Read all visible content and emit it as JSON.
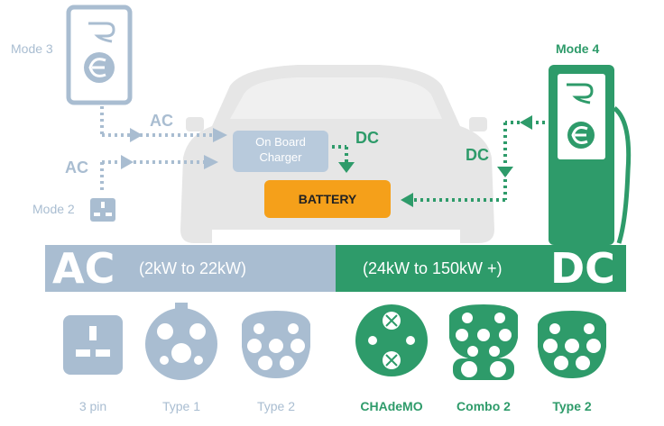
{
  "diagram": {
    "mode3_label": "Mode 3",
    "mode2_label": "Mode 2",
    "mode4_label": "Mode 4",
    "ac_label_upper": "AC",
    "ac_label_lower": "AC",
    "dc_label_charger": "DC",
    "dc_label_station": "DC",
    "onboard_charger": "On Board Charger",
    "battery": "BATTERY"
  },
  "band": {
    "ac_big": "AC",
    "ac_range": "(2kW to 22kW)",
    "dc_range": "(24kW to 150kW +)",
    "dc_big": "DC"
  },
  "connectors": {
    "ac": [
      "3 pin",
      "Type 1",
      "Type 2"
    ],
    "dc": [
      "CHAdeMO",
      "Combo 2",
      "Type 2"
    ]
  },
  "colors": {
    "ac": "#a9bdd1",
    "dc": "#2e9b6a",
    "battery": "#f5a01a",
    "car": "#e6e6e6"
  }
}
